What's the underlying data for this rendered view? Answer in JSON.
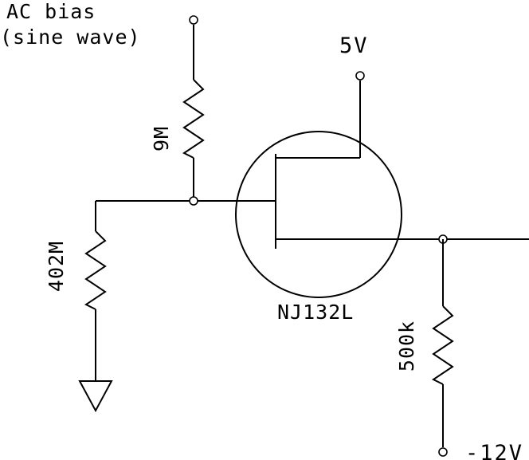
{
  "labels": {
    "ac_bias_line1": "AC bias",
    "ac_bias_line2": "(sine wave)",
    "supply_5v": "5V",
    "supply_neg12v": "-12V",
    "r_bias": "9M",
    "r_gate": "402M",
    "r_load": "500k",
    "jfet": "NJ132L"
  },
  "colors": {
    "line": "#000000",
    "background": "#ffffff"
  }
}
